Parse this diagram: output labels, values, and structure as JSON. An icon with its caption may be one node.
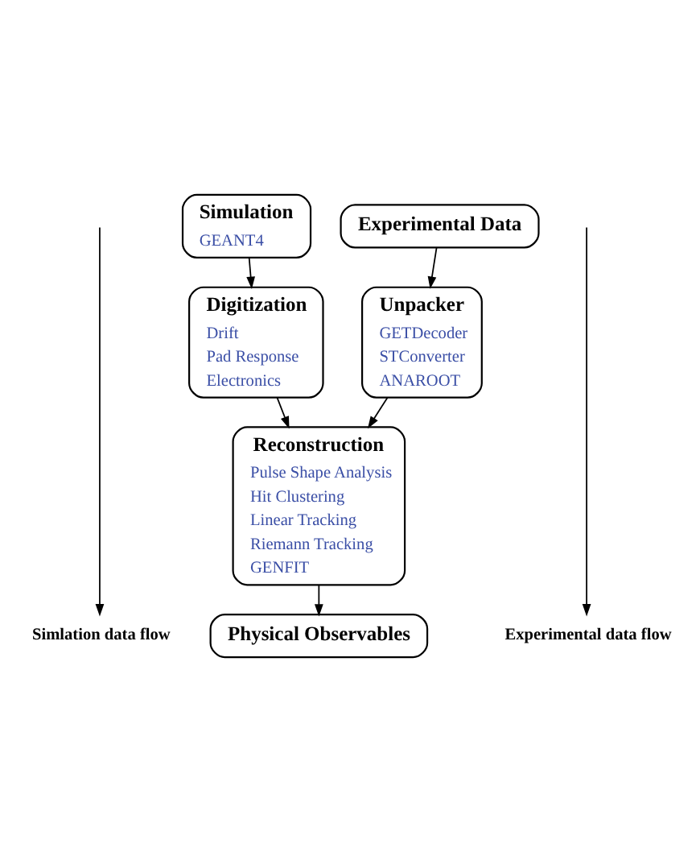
{
  "diagram": {
    "nodes": [
      {
        "text": [
          "Simulation",
          "GEANT4"
        ]
      },
      {
        "text": [
          "Experimental Data"
        ]
      },
      {
        "text": [
          "Digitization",
          "Drift",
          "Pad Response",
          "Electronics"
        ]
      },
      {
        "text": [
          "Unpacker",
          "GETDecoder",
          "STConverter",
          "ANAROOT"
        ]
      },
      {
        "text": [
          "Reconstruction",
          "Pulse Shape Analysis",
          "Hit Clustering",
          "Linear Tracking",
          "Riemann Tracking",
          "GENFIT"
        ]
      },
      {
        "text": [
          "Physical Observables"
        ]
      },
      {
        "text": [
          "Simlation data flow"
        ]
      },
      {
        "text": [
          "Experimental data flow"
        ]
      }
    ],
    "edges": [
      {
        "from": 0,
        "to": 2,
        "arrow": "to"
      },
      {
        "from": 1,
        "to": 3,
        "arrow": "to"
      },
      {
        "from": 2,
        "to": 4,
        "arrow": "to"
      },
      {
        "from": 3,
        "to": 4,
        "arrow": "to"
      },
      {
        "from": 4,
        "to": 5,
        "arrow": "to"
      },
      {
        "from": null,
        "to": 6,
        "arrow": "to"
      },
      {
        "from": null,
        "to": 7,
        "arrow": "to"
      }
    ]
  }
}
